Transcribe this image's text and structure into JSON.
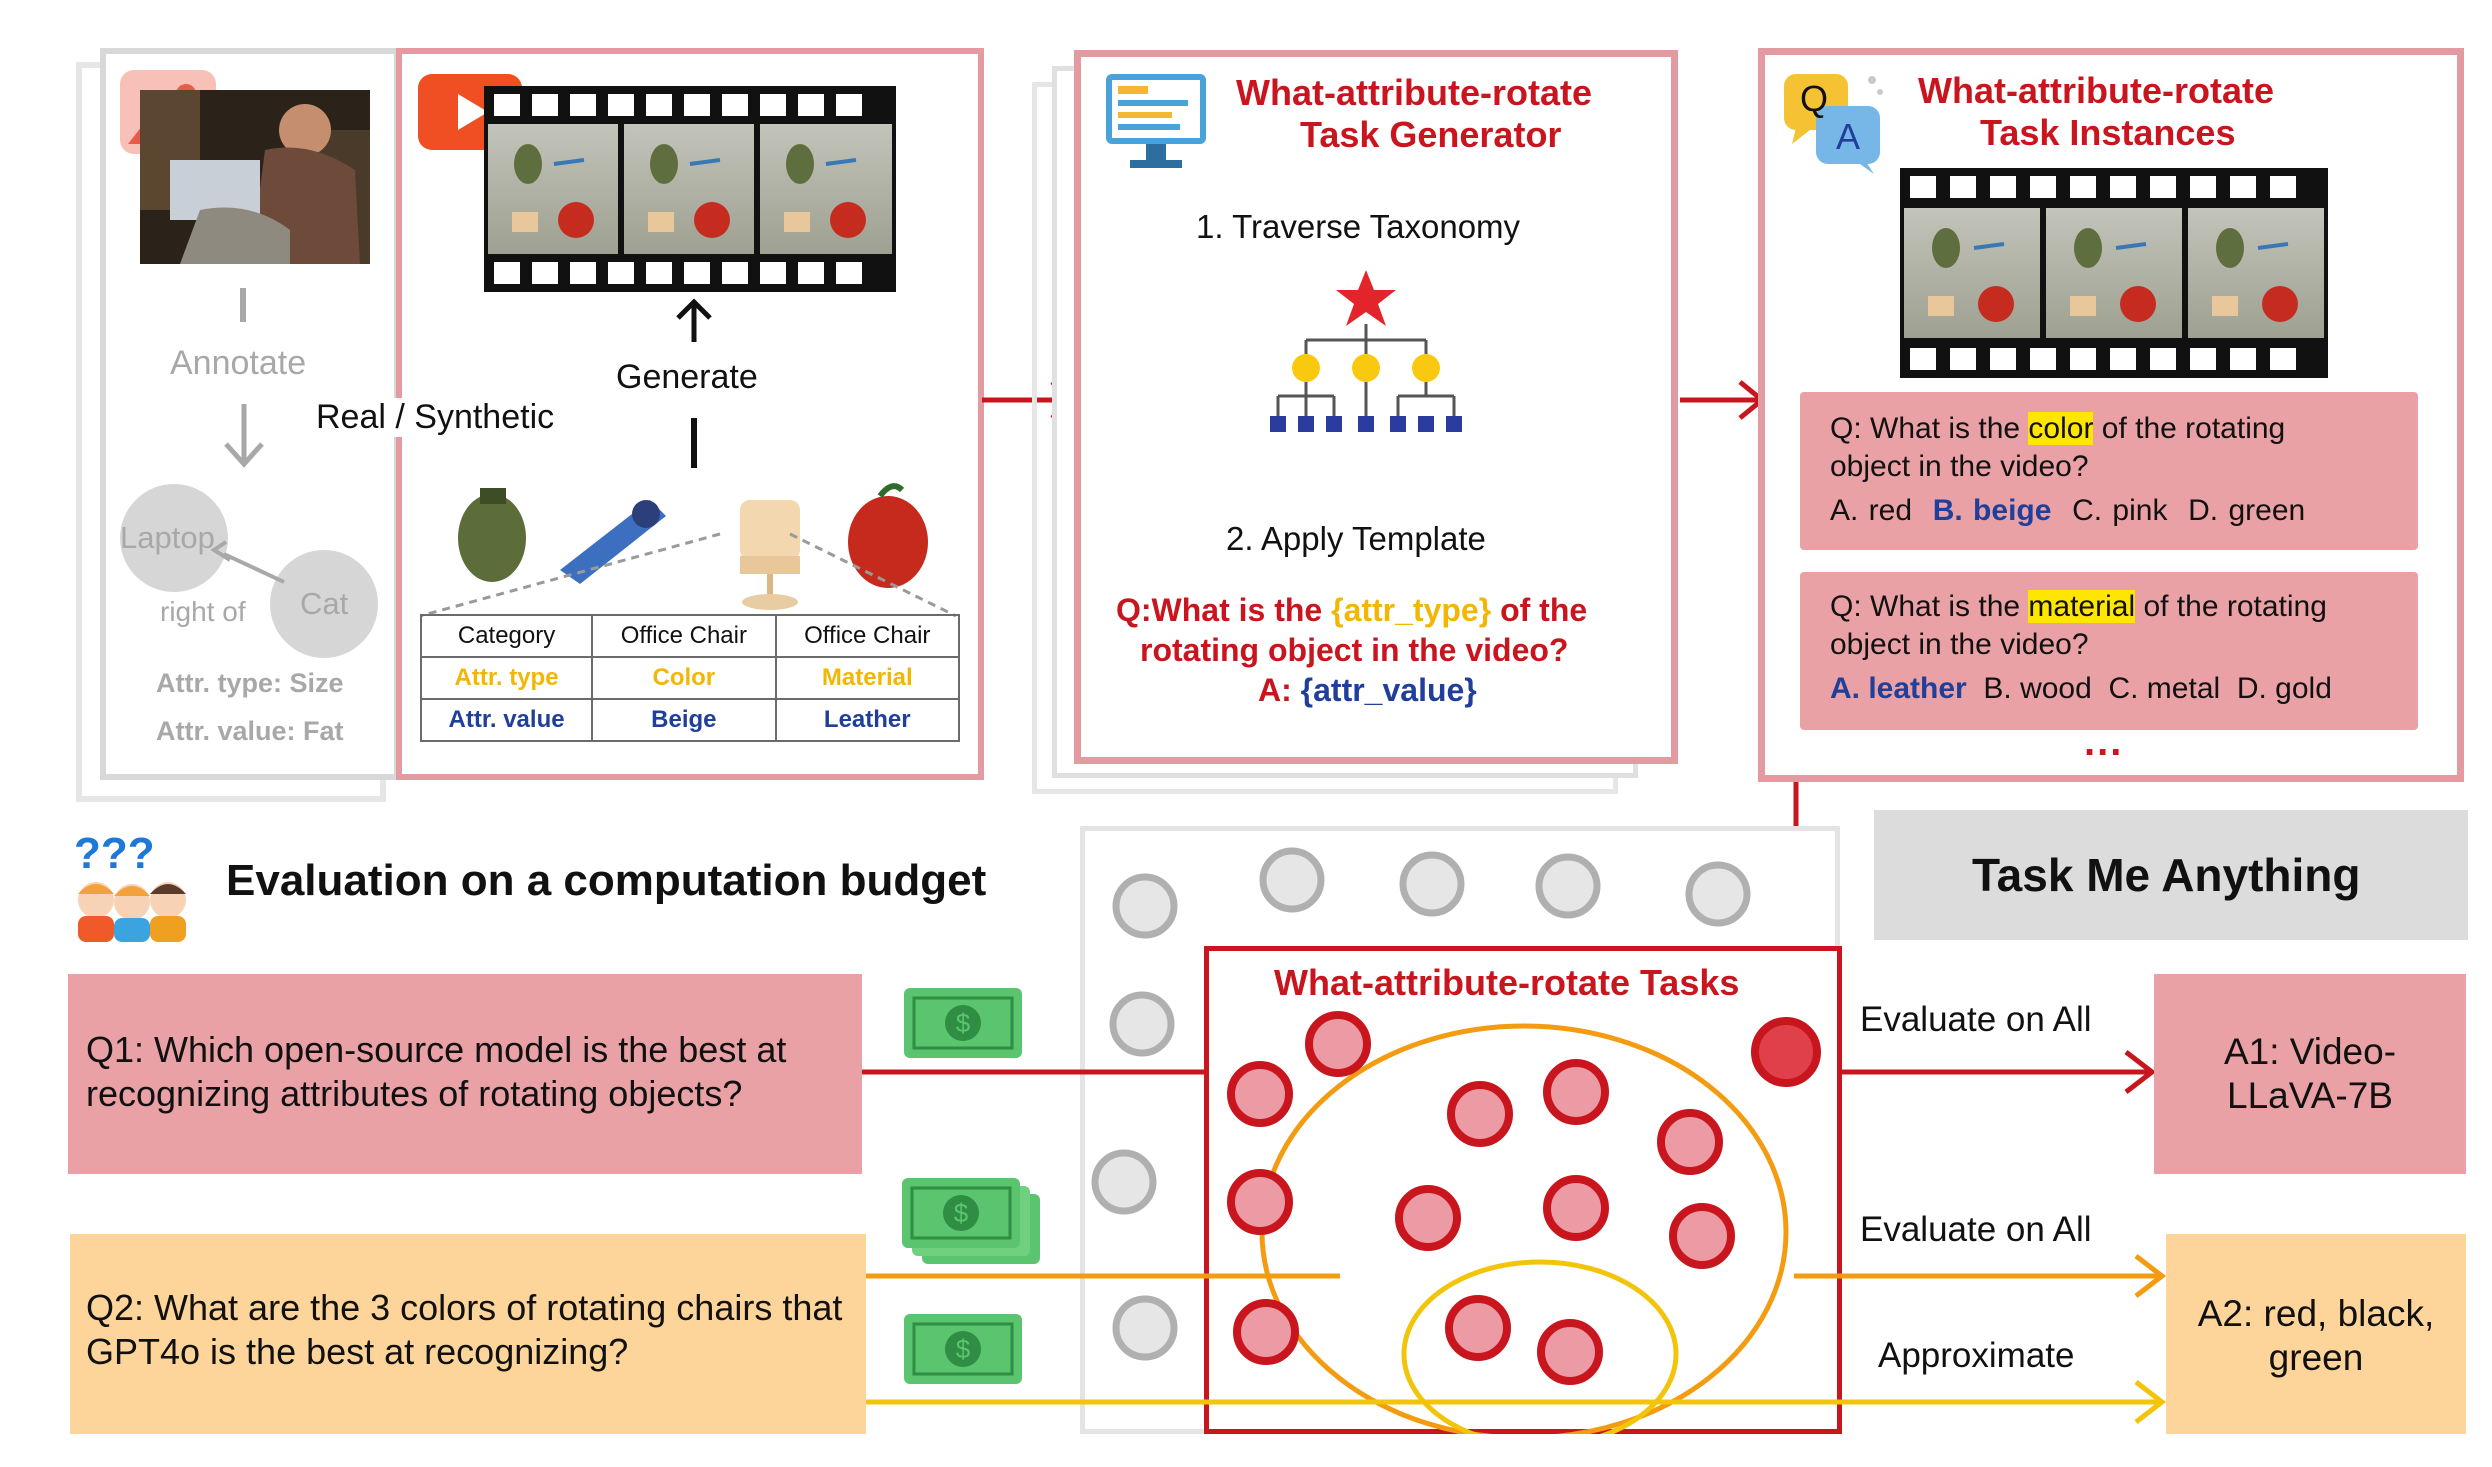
{
  "left_panel": {
    "annotate_label": "Annotate",
    "real_synthetic_label": "Real / Synthetic",
    "node_laptop": "Laptop",
    "node_cat": "Cat",
    "edge_label": "right of",
    "attr_type_line": "Attr. type: Size",
    "attr_value_line": "Attr. value: Fat"
  },
  "video_panel": {
    "generate_label": "Generate",
    "table": {
      "headers": [
        "Category",
        "Office Chair",
        "Office Chair"
      ],
      "rows": [
        [
          "Attr. type",
          "Color",
          "Material"
        ],
        [
          "Attr. value",
          "Beige",
          "Leather"
        ]
      ]
    }
  },
  "generator_panel": {
    "title_line1": "What-attribute-rotate",
    "title_line2": "Task Generator",
    "step1": "1. Traverse Taxonomy",
    "step2": "2. Apply Template",
    "template_q_prefix": "Q:What is the ",
    "template_q_var": "{attr_type}",
    "template_q_suffix": " of the",
    "template_q_line2": "rotating object in the video?",
    "template_a_prefix": "A: ",
    "template_a_var": "{attr_value}"
  },
  "instances_panel": {
    "title_line1": "What-attribute-rotate",
    "title_line2": "Task Instances",
    "qa_icon_q": "Q",
    "qa_icon_a": "A",
    "q1_prefix": "Q: What is the ",
    "q1_highlight": "color",
    "q1_suffix": " of the rotating",
    "q1_line2": "object in the video?",
    "q1_opt_a": "A. red",
    "q1_opt_b": "B. beige",
    "q1_opt_c": "C. pink",
    "q1_opt_d": "D. green",
    "q2_prefix": "Q: What is the ",
    "q2_highlight": "material",
    "q2_suffix": " of the rotating",
    "q2_line2": "object in the video?",
    "q2_opt_a": "A. leather",
    "q2_opt_b": "B. wood",
    "q2_opt_c": "C. metal",
    "q2_opt_d": "D. gold",
    "ellipsis": "..."
  },
  "bottom": {
    "eval_title": "Evaluation on a computation budget",
    "brand": "Task Me Anything",
    "tasks_title": "What-attribute-rotate Tasks",
    "query1": "Q1: Which open-source model is the best at recognizing attributes of rotating objects?",
    "query2": "Q2: What are the 3 colors of rotating chairs that GPT4o is the best at recognizing?",
    "eval_all_1": "Evaluate on All",
    "eval_all_2": "Evaluate on All",
    "approximate": "Approximate",
    "answer1": "A1: Video-LLaVA-7B",
    "answer2": "A2: red, black, green"
  },
  "colors": {
    "red": "#c8151e",
    "pink_panel": "#e9a1a6",
    "peach_panel": "#fdd59a",
    "orange": "#f39c12",
    "yellow": "#f2c40a",
    "blue": "#1f3f9a",
    "gray_box": "#dcdcdc"
  }
}
